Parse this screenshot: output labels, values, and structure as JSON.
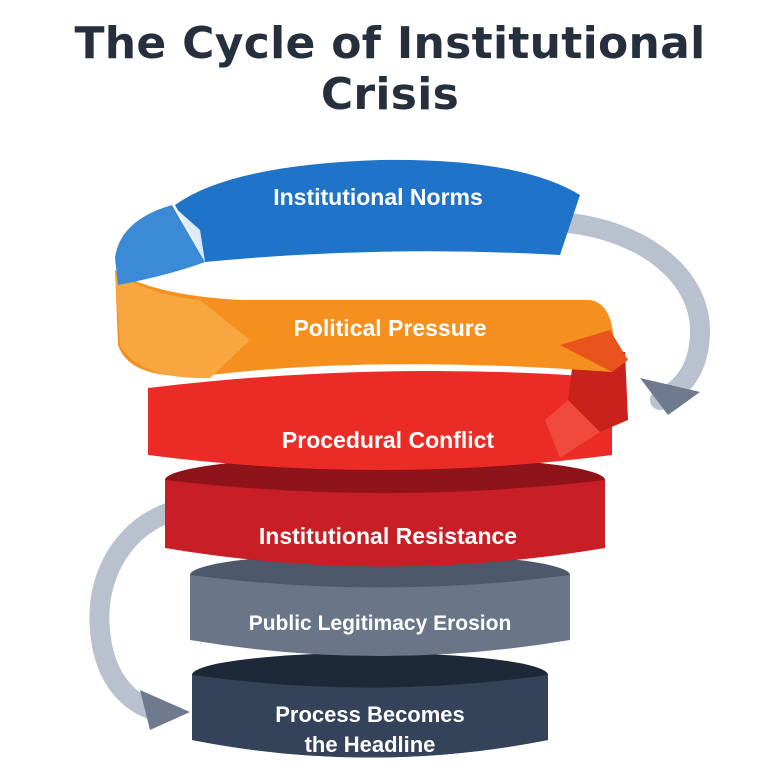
{
  "title": "The Cycle of Institutional Crisis",
  "stages": [
    {
      "label": "Institutional Norms",
      "color": "#1f73c8"
    },
    {
      "label": "Political Pressure",
      "color": "#f5901f"
    },
    {
      "label": "Procedural Conflict",
      "color": "#eb2b25"
    },
    {
      "label": "Institutional Resistance",
      "color": "#c81e26"
    },
    {
      "label": "Public Legitimacy Erosion",
      "color": "#6a7687"
    },
    {
      "label_lines": [
        "Process Becomes",
        "the Headline"
      ],
      "color": "#2d3a4d"
    }
  ],
  "arrow_color": "#8a93a6"
}
